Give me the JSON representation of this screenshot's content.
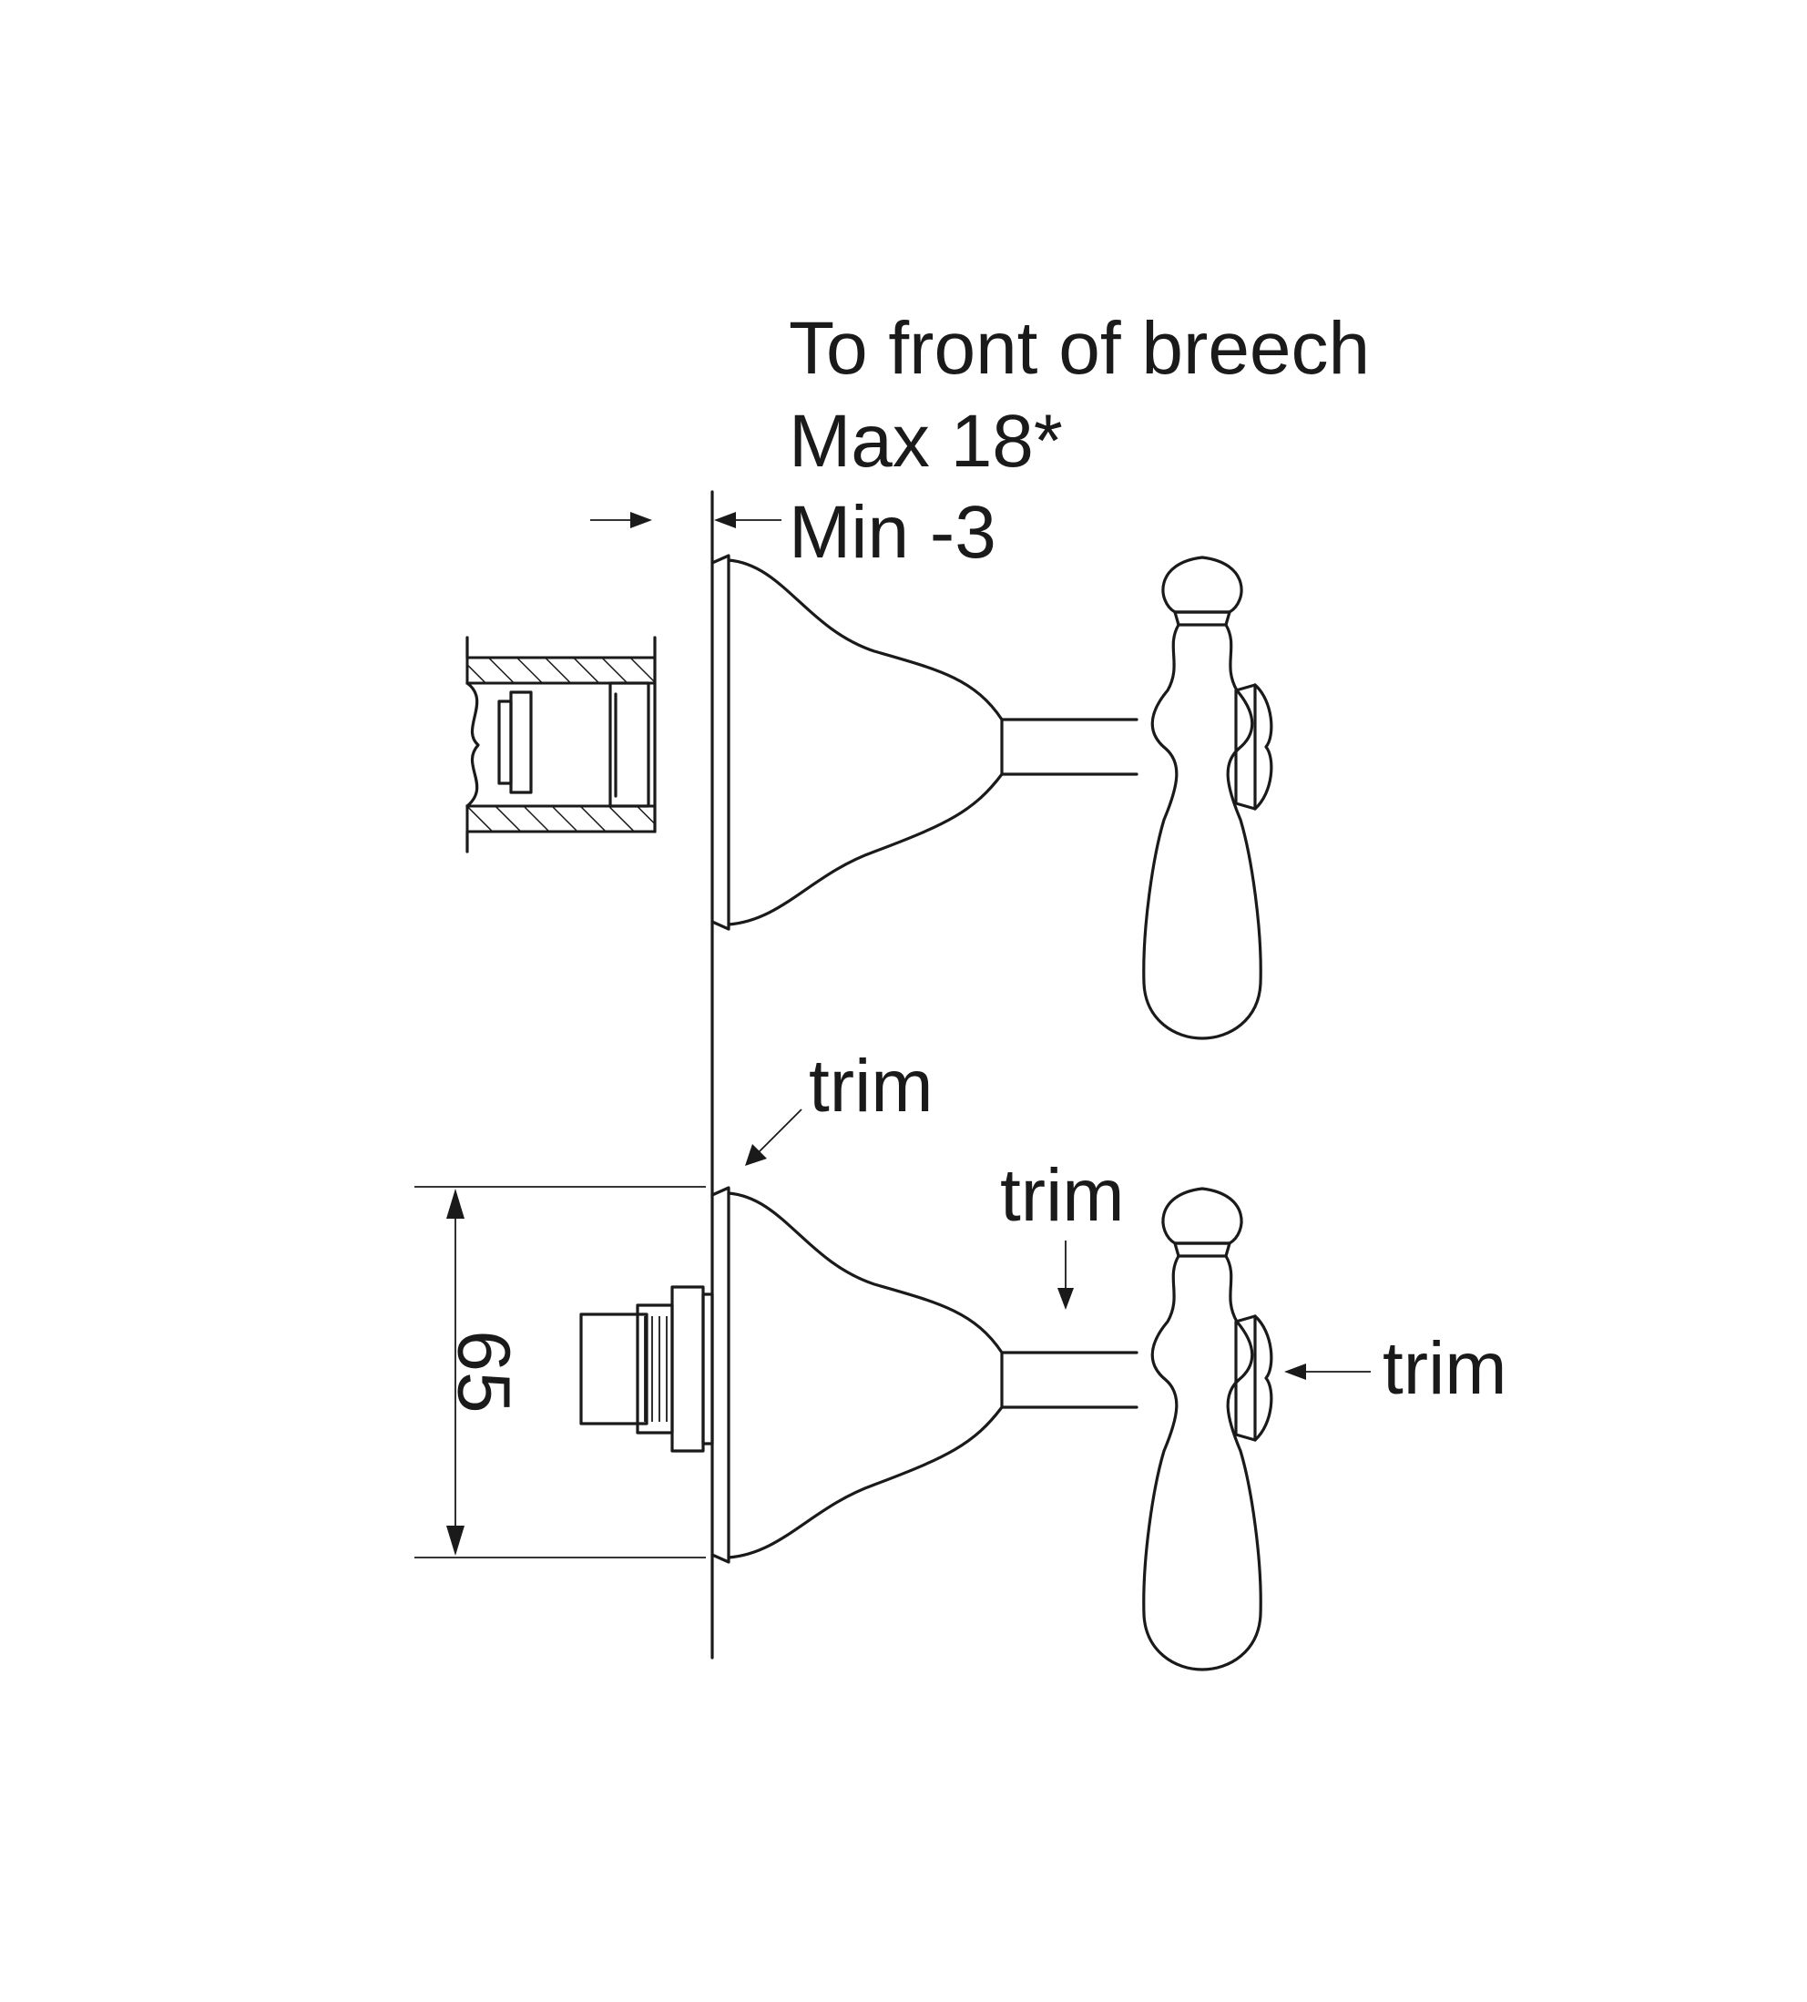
{
  "breech_note": {
    "line1": "To front of breech",
    "line2": "Max 18*",
    "line3": "Min -3"
  },
  "trim_labels": {
    "plate": "trim",
    "spindle": "trim",
    "cap": "trim"
  },
  "dimension": {
    "height_value": "65"
  }
}
